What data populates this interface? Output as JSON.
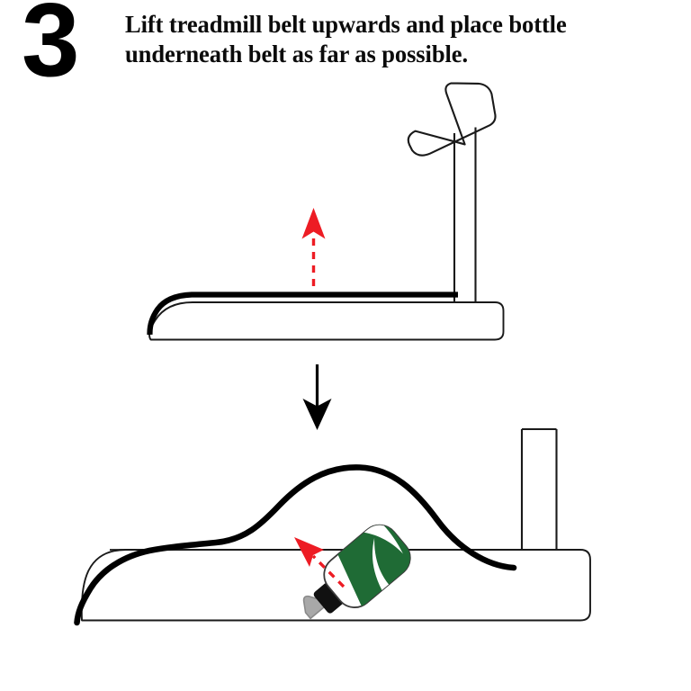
{
  "header": {
    "step_number": "3",
    "instruction": "Lift treadmill belt upwards and place bottle underneath belt as far as possible."
  },
  "colors": {
    "ink": "#000000",
    "outline": "#1a1a1a",
    "arrow_red": "#ED1C24",
    "bottle_label_green": "#1F6B35",
    "bottle_body_white": "#FFFFFF",
    "nozzle_gray": "#A8A8A8",
    "nozzle_gray_dark": "#8A8A8A",
    "collar_black": "#111111",
    "background": "#FFFFFF"
  },
  "figures": {
    "top_panel": {
      "name": "treadmill-belt-flat",
      "caption_role": "Treadmill shown from the side with the running belt lying flat on the deck.",
      "parts": {
        "console": "console-panel",
        "post": "upright-post",
        "deck": "deck-base",
        "belt": "running-belt",
        "front_roller": "front-roller-curve"
      },
      "annotation": {
        "name": "lift-arrow",
        "style": "dashed",
        "color": "#ED1C24",
        "direction": "up",
        "meaning": "Lift the belt upwards"
      }
    },
    "transition": {
      "name": "step-flow-arrow",
      "style": "solid",
      "color": "#000000",
      "direction": "down",
      "meaning": "Then"
    },
    "bottom_panel": {
      "name": "treadmill-belt-lifted-with-bottle",
      "caption_role": "Treadmill with the belt lifted into a hump and the lubricant bottle slid underneath.",
      "parts": {
        "post": "upright-post",
        "deck": "deck-base",
        "belt": "running-belt-lifted",
        "front_roller": "front-roller-curve",
        "bottle": "lubricant-bottle"
      },
      "bottle": {
        "name": "lubricant-bottle",
        "body_color": "#FFFFFF",
        "label_color": "#1F6B35",
        "collar_color": "#111111",
        "tip_color": "#A8A8A8",
        "tilt_degrees": "-40"
      },
      "annotation": {
        "name": "insert-arrow",
        "style": "dashed",
        "color": "#ED1C24",
        "direction": "up-left",
        "meaning": "Push bottle as far under the belt as possible"
      }
    }
  }
}
